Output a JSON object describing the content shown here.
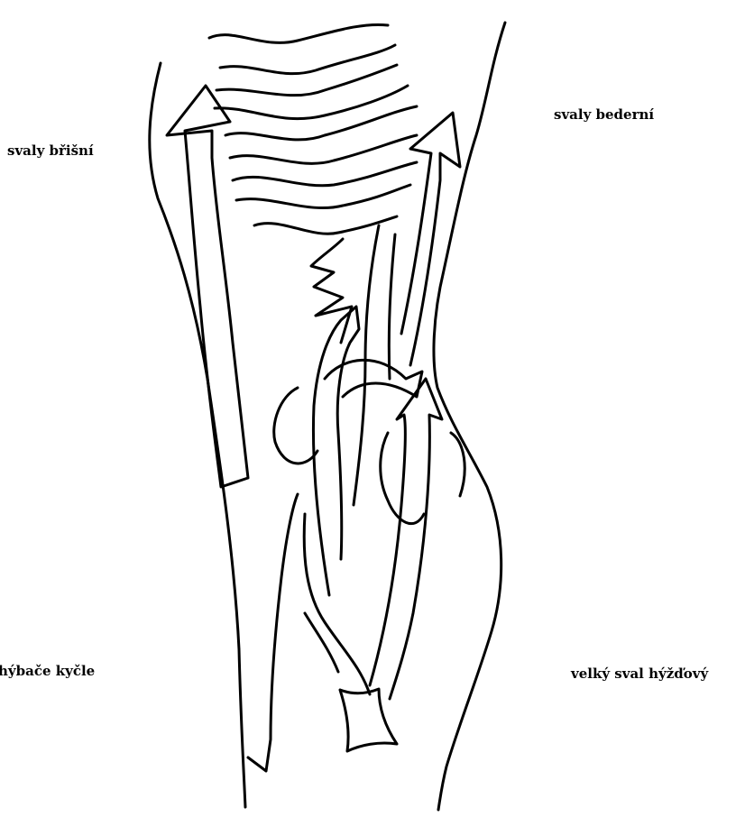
{
  "labels": {
    "abdominal": "svaly břišní",
    "lumbar": "svaly bederní",
    "hip_flexors": "hýbače kyčle",
    "gluteus_maximus": "velký sval hýžďový"
  },
  "colors": {
    "stroke": "#000000",
    "background": "#ffffff"
  }
}
